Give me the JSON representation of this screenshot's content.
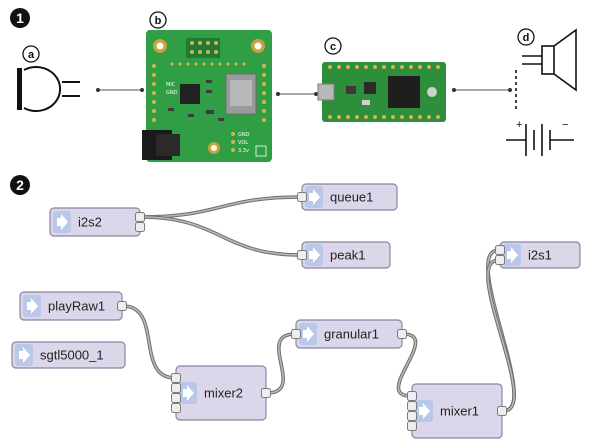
{
  "section_badges": [
    "1",
    "2"
  ],
  "panel1": {
    "letters": [
      "a",
      "b",
      "c",
      "d"
    ],
    "board_pin_labels": [
      "MIC",
      "GND",
      "GND",
      "VOL",
      "3.3v"
    ],
    "components": {
      "a": "microphone-icon",
      "b": "audio-adaptor-board",
      "c": "teensy-board",
      "d": "speaker-icon",
      "e": "battery-icon"
    },
    "battery_signs": [
      "+",
      "−"
    ]
  },
  "panel2": {
    "nodes": [
      {
        "id": "i2s2",
        "label": "i2s2",
        "inputs": 0,
        "outputs": 2
      },
      {
        "id": "queue1",
        "label": "queue1",
        "inputs": 1,
        "outputs": 0
      },
      {
        "id": "peak1",
        "label": "peak1",
        "inputs": 1,
        "outputs": 0
      },
      {
        "id": "i2s1",
        "label": "i2s1",
        "inputs": 2,
        "outputs": 0
      },
      {
        "id": "playRaw1",
        "label": "playRaw1",
        "inputs": 0,
        "outputs": 1
      },
      {
        "id": "sgtl5000_1",
        "label": "sgtl5000_1",
        "inputs": 0,
        "outputs": 0
      },
      {
        "id": "granular1",
        "label": "granular1",
        "inputs": 1,
        "outputs": 1
      },
      {
        "id": "mixer2",
        "label": "mixer2",
        "inputs": 4,
        "outputs": 1
      },
      {
        "id": "mixer1",
        "label": "mixer1",
        "inputs": 4,
        "outputs": 1
      }
    ],
    "wires": [
      {
        "from": "i2s2",
        "from_port": 0,
        "to": "queue1",
        "to_port": 0
      },
      {
        "from": "i2s2",
        "from_port": 0,
        "to": "peak1",
        "to_port": 0
      },
      {
        "from": "playRaw1",
        "from_port": 0,
        "to": "mixer2",
        "to_port": 0
      },
      {
        "from": "mixer2",
        "from_port": 0,
        "to": "granular1",
        "to_port": 0
      },
      {
        "from": "granular1",
        "from_port": 0,
        "to": "mixer1",
        "to_port": 0
      },
      {
        "from": "mixer1",
        "from_port": 0,
        "to": "i2s1",
        "to_port": 0
      },
      {
        "from": "mixer1",
        "from_port": 0,
        "to": "i2s1",
        "to_port": 1
      }
    ]
  },
  "colors": {
    "badge": "#111111",
    "pcb_green": "#2f9e44",
    "pcb_dark": "#1f7a33",
    "teensy_green": "#2d8f3c",
    "node_fill": "#dcd6ea",
    "node_stroke": "#8a84a0",
    "node_icon_bg": "#b9c8e8",
    "wire": "#888888",
    "pad_gold": "#d8b24a"
  }
}
